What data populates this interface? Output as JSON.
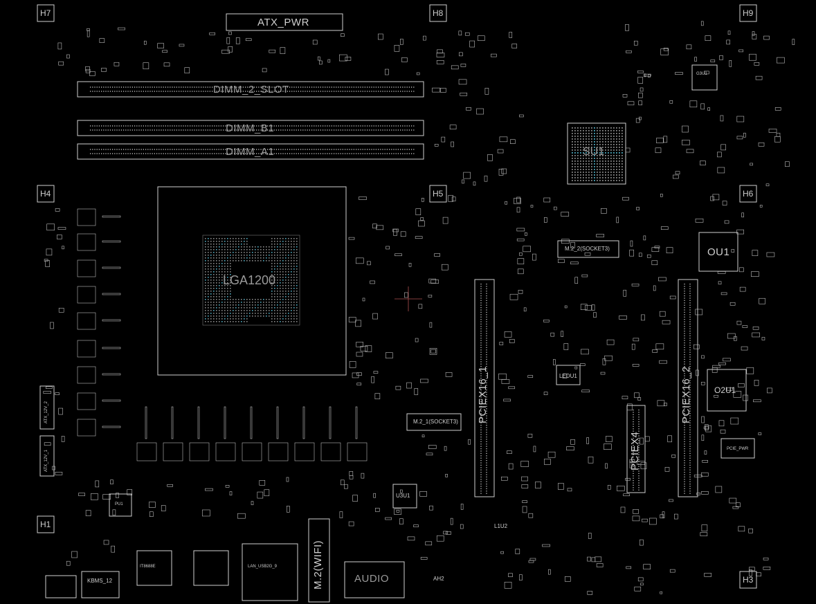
{
  "board": {
    "mounting_holes": [
      "H7",
      "H8",
      "H9",
      "H4",
      "H5",
      "H6",
      "H1",
      "H3"
    ],
    "connectors": {
      "atx_pwr": "ATX_PWR",
      "atx_12v_1": "ATX_12V_1",
      "atx_12v_2": "ATX_12V_2",
      "kbms": "KBMS_12",
      "audio": "AUDIO",
      "lan": "LAN_USB2G_9",
      "pcie_pwr": "PCIE_PWR"
    },
    "slots": {
      "dimm2": "DIMM_2_SLOT",
      "dimm_b1": "DIMM_B1",
      "dimm_a1": "DIMM_A1",
      "pciex16_1": "PCIEX16_1",
      "pciex16_2": "PCIEX16_2",
      "pciex4": "PCIEX4",
      "m2_1": "M.2_1(SOCKET3)",
      "m2_2": "M.2_2(SOCKET3)",
      "m2_wifi": "M.2(WIFI)"
    },
    "chips": {
      "cpu_socket": "LGA1200",
      "pch": "SU1",
      "ou1": "OU1",
      "o2u1": "O2U1",
      "u3u1": "U3U1",
      "l1u2": "L1U2",
      "ledu1": "LEDU1",
      "ah2": "AH2",
      "pu1": "PU1",
      "g3u1": "G3U1",
      "ec": "IT8688E"
    }
  },
  "colors": {
    "background": "#000000",
    "line": "#bdbdbd",
    "text": "#cfcfcf",
    "pad_accent": "#4fb0c6"
  }
}
